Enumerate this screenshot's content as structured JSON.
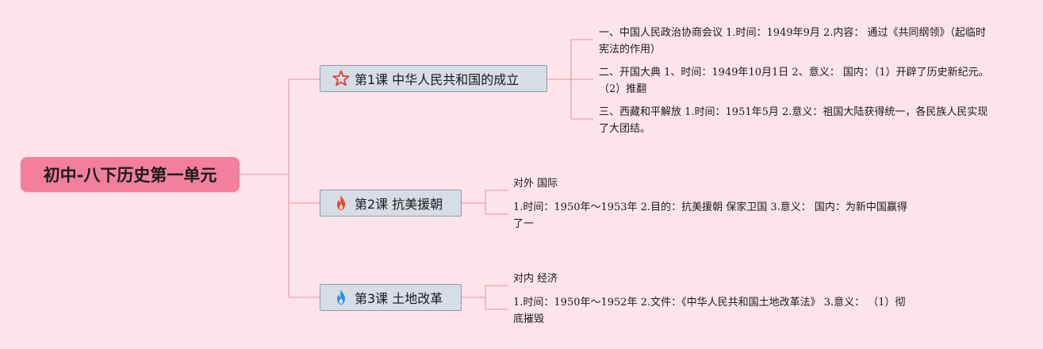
{
  "root": {
    "label": "初中-八下历史第一单元"
  },
  "branches": [
    {
      "label": "第1课 中华人民共和国的成立",
      "icon": "star-outline-icon",
      "icon_color": "#e0413a",
      "leaves": [
        "一、中国人民政治协商会议 1.时间：1949年9月 2.内容： 通过《共同纲领》（起临时宪法的作用）",
        "二、开国大典 1、时间：1949年10月1日 2、意义： 国内：（1）开辟了历史新纪元。（2）推翻",
        "三、西藏和平解放 1.时间：1951年5月 2.意义：祖国大陆获得统一，各民族人民实现了大团结。"
      ]
    },
    {
      "label": "第2课 抗美援朝",
      "icon": "fire-icon",
      "icon_color": "#e8452c",
      "leaves": [
        "对外 国际",
        "1.时间：1950年～1953年 2.目的：抗美援朝 保家卫国 3.意义： 国内：为新中国赢得了一"
      ]
    },
    {
      "label": "第3课 土地改革",
      "icon": "water-flame-icon",
      "icon_color": "#2f8fde",
      "leaves": [
        "对内 经济",
        "1.时间：1950年～1952年 2.文件：《中华人民共和国土地改革法》 3.意义： （1）彻底摧毁"
      ]
    }
  ],
  "colors": {
    "background": "#fde4ea",
    "root_fill": "#f27f9c",
    "branch_fill": "#d7dde6",
    "connector": "#f2a9bd"
  }
}
